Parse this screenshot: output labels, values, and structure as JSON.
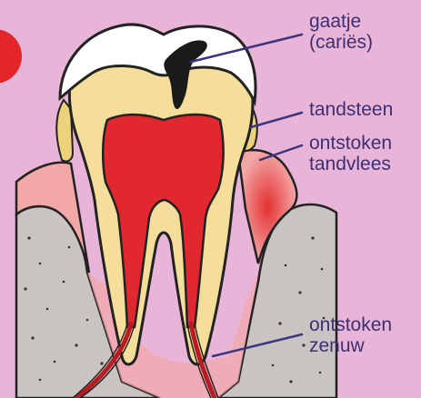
{
  "labels": {
    "cavity_line1": "gaatje",
    "cavity_line2": "(cariës)",
    "tartar": "tandsteen",
    "gum_line1": "ontstoken",
    "gum_line2": "tandvlees",
    "nerve_line1": "ontstoken",
    "nerve_line2": "zenuw"
  },
  "colors": {
    "background": "#e8b4d8",
    "label_text": "#3d2f73",
    "leader_line": "#3b3580",
    "enamel": "#ffffff",
    "dentin": "#f5dd9a",
    "pulp": "#e0282e",
    "tartar": "#ecd27a",
    "gum": "#f3a8a8",
    "inflamed_gum": "#e63a3a",
    "bone": "#c9c4c2",
    "cavity": "#1a1a1a",
    "marker": "#e3262a"
  }
}
